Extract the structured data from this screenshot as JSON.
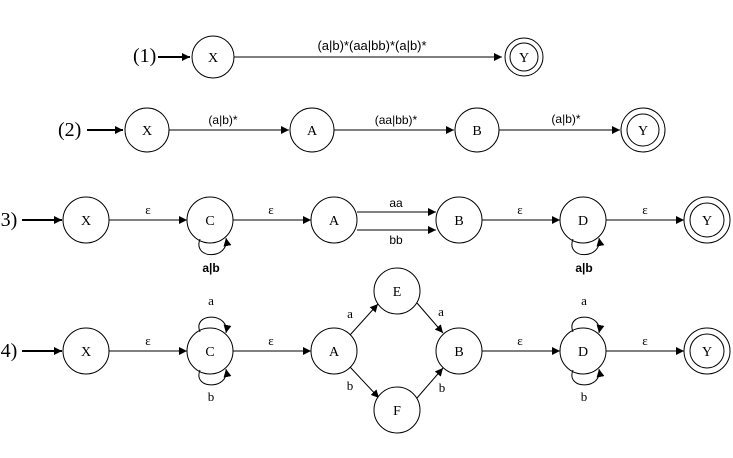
{
  "colors": {
    "stroke": "#000000",
    "background": "#ffffff"
  },
  "rows": [
    {
      "label": "(1)",
      "states": [
        {
          "id": "x",
          "name": "X"
        },
        {
          "id": "y",
          "name": "Y",
          "accepting": true
        }
      ],
      "edges": [
        {
          "from": "x",
          "to": "y",
          "label": "(a|b)*(aa|bb)*(a|b)*"
        }
      ]
    },
    {
      "label": "(2)",
      "states": [
        {
          "id": "x",
          "name": "X"
        },
        {
          "id": "a",
          "name": "A"
        },
        {
          "id": "b",
          "name": "B"
        },
        {
          "id": "y",
          "name": "Y",
          "accepting": true
        }
      ],
      "edges": [
        {
          "from": "x",
          "to": "a",
          "label": "(a|b)*"
        },
        {
          "from": "a",
          "to": "b",
          "label": "(aa|bb)*"
        },
        {
          "from": "b",
          "to": "y",
          "label": "(a|b)*"
        }
      ]
    },
    {
      "label": "(3)",
      "states": [
        {
          "id": "x",
          "name": "X"
        },
        {
          "id": "c",
          "name": "C"
        },
        {
          "id": "a",
          "name": "A"
        },
        {
          "id": "b",
          "name": "B"
        },
        {
          "id": "d",
          "name": "D"
        },
        {
          "id": "y",
          "name": "Y",
          "accepting": true
        }
      ],
      "edges": [
        {
          "from": "x",
          "to": "c",
          "label": "ε"
        },
        {
          "from": "c",
          "to": "a",
          "label": "ε"
        },
        {
          "from": "a",
          "to": "b",
          "label": "aa"
        },
        {
          "from": "a",
          "to": "b",
          "label": "bb"
        },
        {
          "from": "b",
          "to": "d",
          "label": "ε"
        },
        {
          "from": "d",
          "to": "y",
          "label": "ε"
        }
      ],
      "loops": [
        {
          "state": "c",
          "label": "a|b"
        },
        {
          "state": "d",
          "label": "a|b"
        }
      ]
    },
    {
      "label": "(4)",
      "states": [
        {
          "id": "x",
          "name": "X"
        },
        {
          "id": "c",
          "name": "C"
        },
        {
          "id": "a",
          "name": "A"
        },
        {
          "id": "e",
          "name": "E"
        },
        {
          "id": "f",
          "name": "F"
        },
        {
          "id": "b",
          "name": "B"
        },
        {
          "id": "d",
          "name": "D"
        },
        {
          "id": "y",
          "name": "Y",
          "accepting": true
        }
      ],
      "edges": [
        {
          "from": "x",
          "to": "c",
          "label": "ε"
        },
        {
          "from": "c",
          "to": "a",
          "label": "ε"
        },
        {
          "from": "a",
          "to": "e",
          "label": "a"
        },
        {
          "from": "a",
          "to": "f",
          "label": "b"
        },
        {
          "from": "e",
          "to": "b",
          "label": "a"
        },
        {
          "from": "f",
          "to": "b",
          "label": "b"
        },
        {
          "from": "b",
          "to": "d",
          "label": "ε"
        },
        {
          "from": "d",
          "to": "y",
          "label": "ε"
        }
      ],
      "loops": [
        {
          "state": "c",
          "label": "a"
        },
        {
          "state": "c",
          "label": "b"
        },
        {
          "state": "d",
          "label": "a"
        },
        {
          "state": "d",
          "label": "b"
        }
      ]
    }
  ]
}
